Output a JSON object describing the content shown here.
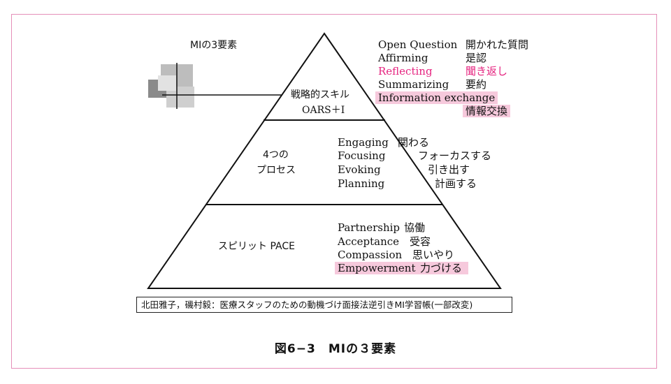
{
  "figure": {
    "caption": "図6−3　MIの３要素",
    "corner_label": "MIの3要素",
    "source_note": "北田雅子，磯村毅：医療スタッフのための動機づけ面接法逆引きMI学習帳(一部改変)"
  },
  "pyramid": {
    "top": {
      "title_line1": "戦略的スキル",
      "title_line2": "OARS＋I",
      "items": [
        {
          "en": "Open Question",
          "ja": "開かれた質問"
        },
        {
          "en": "Affirming",
          "ja": "是認"
        },
        {
          "en": "Reflecting",
          "ja": "聞き返し"
        },
        {
          "en": "Summarizing",
          "ja": "要約"
        },
        {
          "en": "Information exchange",
          "ja": "情報交換"
        }
      ]
    },
    "middle": {
      "title_line1": "4つの",
      "title_line2": "プロセス",
      "items": [
        {
          "en": "Engaging",
          "ja": "関わる"
        },
        {
          "en": "Focusing",
          "ja": "フォーカスする"
        },
        {
          "en": "Evoking",
          "ja": "引き出す"
        },
        {
          "en": "Planning",
          "ja": "計画する"
        }
      ]
    },
    "bottom": {
      "title": "スピリット PACE",
      "items": [
        {
          "en": "Partnership",
          "ja": "協働"
        },
        {
          "en": "Acceptance",
          "ja": "受容"
        },
        {
          "en": "Compassion",
          "ja": "思いやり"
        },
        {
          "en": "Empowerment",
          "ja": "力づける"
        }
      ]
    }
  },
  "colors": {
    "frame": "#e58fb9",
    "highlight_text": "#e5237f",
    "highlight_fill": "#f6c9dc"
  }
}
